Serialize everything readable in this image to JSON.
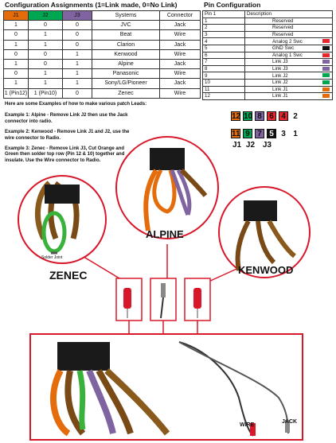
{
  "config": {
    "title": "Configuration Assignments (1=Link made, 0=No Link)",
    "headers": [
      "J1",
      "J2",
      "J3",
      "Systems",
      "Connector"
    ],
    "header_colors": [
      "#e46c0a",
      "#00a650",
      "#8064a2"
    ],
    "rows": [
      [
        "1",
        "0",
        "0",
        "JVC",
        "Jack"
      ],
      [
        "0",
        "1",
        "0",
        "Beat",
        "Wire"
      ],
      [
        "1",
        "1",
        "0",
        "Clarion",
        "Jack"
      ],
      [
        "0",
        "0",
        "1",
        "Kenwood",
        "Wire"
      ],
      [
        "1",
        "0",
        "1",
        "Alpine",
        "Jack"
      ],
      [
        "0",
        "1",
        "1",
        "Panasonic",
        "Wire"
      ],
      [
        "1",
        "1",
        "1",
        "Sony/LG/Pioneer",
        "Jack"
      ],
      [
        "1 (Pin12)",
        "1 (Pin10)",
        "0",
        "Zenec",
        "Wire"
      ]
    ]
  },
  "pins": {
    "title": "Pin Configuration",
    "headers": [
      "Pin 1",
      "Description"
    ],
    "rows": [
      {
        "pin": "1",
        "desc": "Reserved",
        "color": ""
      },
      {
        "pin": "2",
        "desc": "Reserved",
        "color": ""
      },
      {
        "pin": "3",
        "desc": "Reserved",
        "color": ""
      },
      {
        "pin": "4",
        "desc": "Analog 2 Swc",
        "color": "#e8262b"
      },
      {
        "pin": "5",
        "desc": "GND Swc",
        "color": "#111111"
      },
      {
        "pin": "6",
        "desc": "Analog 1 Swc",
        "color": "#e8262b"
      },
      {
        "pin": "7",
        "desc": "Link J3",
        "color": "#8064a2"
      },
      {
        "pin": "8",
        "desc": "Link J3",
        "color": "#8064a2"
      },
      {
        "pin": "9",
        "desc": "Link J2",
        "color": "#00a650"
      },
      {
        "pin": "10",
        "desc": "Link J2",
        "color": "#00a650"
      },
      {
        "pin": "11",
        "desc": "Link J1",
        "color": "#e46c0a"
      },
      {
        "pin": "12",
        "desc": "Link J1",
        "color": "#e46c0a"
      }
    ]
  },
  "examples": {
    "intro": "Here are some Examples of how to make various patch Leads:",
    "items": [
      "Example 1: Alpine - Remove Link J2 then use the Jack connector into radio.",
      "Example 2: Kenwood - Remove Link J1 and J2,  use the wire connector to Radio.",
      "Example 3: Zenec - Remove Link J3, Cut Orange and Green then solder top row (Pin 12 & 10) together and insulate.  Use the Wire connector to Radio."
    ]
  },
  "connector": {
    "top_row": [
      {
        "n": "12",
        "bg": "#e46c0a"
      },
      {
        "n": "10",
        "bg": "#00a650"
      },
      {
        "n": "8",
        "bg": "#8064a2"
      },
      {
        "n": "6",
        "bg": "#e8262b"
      },
      {
        "n": "4",
        "bg": "#e8262b"
      },
      {
        "n": "2",
        "bg": "#ffffff"
      }
    ],
    "bottom_row": [
      {
        "n": "11",
        "bg": "#e46c0a"
      },
      {
        "n": "9",
        "bg": "#00a650"
      },
      {
        "n": "7",
        "bg": "#8064a2"
      },
      {
        "n": "5",
        "bg": "#111111",
        "fg": "#ffffff"
      },
      {
        "n": "3",
        "bg": "#ffffff"
      },
      {
        "n": "1",
        "bg": "#ffffff"
      }
    ],
    "links": [
      "J1",
      "J2",
      "J3"
    ]
  },
  "photos": {
    "zenec": "ZENEC",
    "zenec_note": "Solder Joint",
    "alpine": "ALPINE",
    "kenwood": "KENWOOD",
    "wire": "WIRE",
    "jack": "JACK"
  }
}
